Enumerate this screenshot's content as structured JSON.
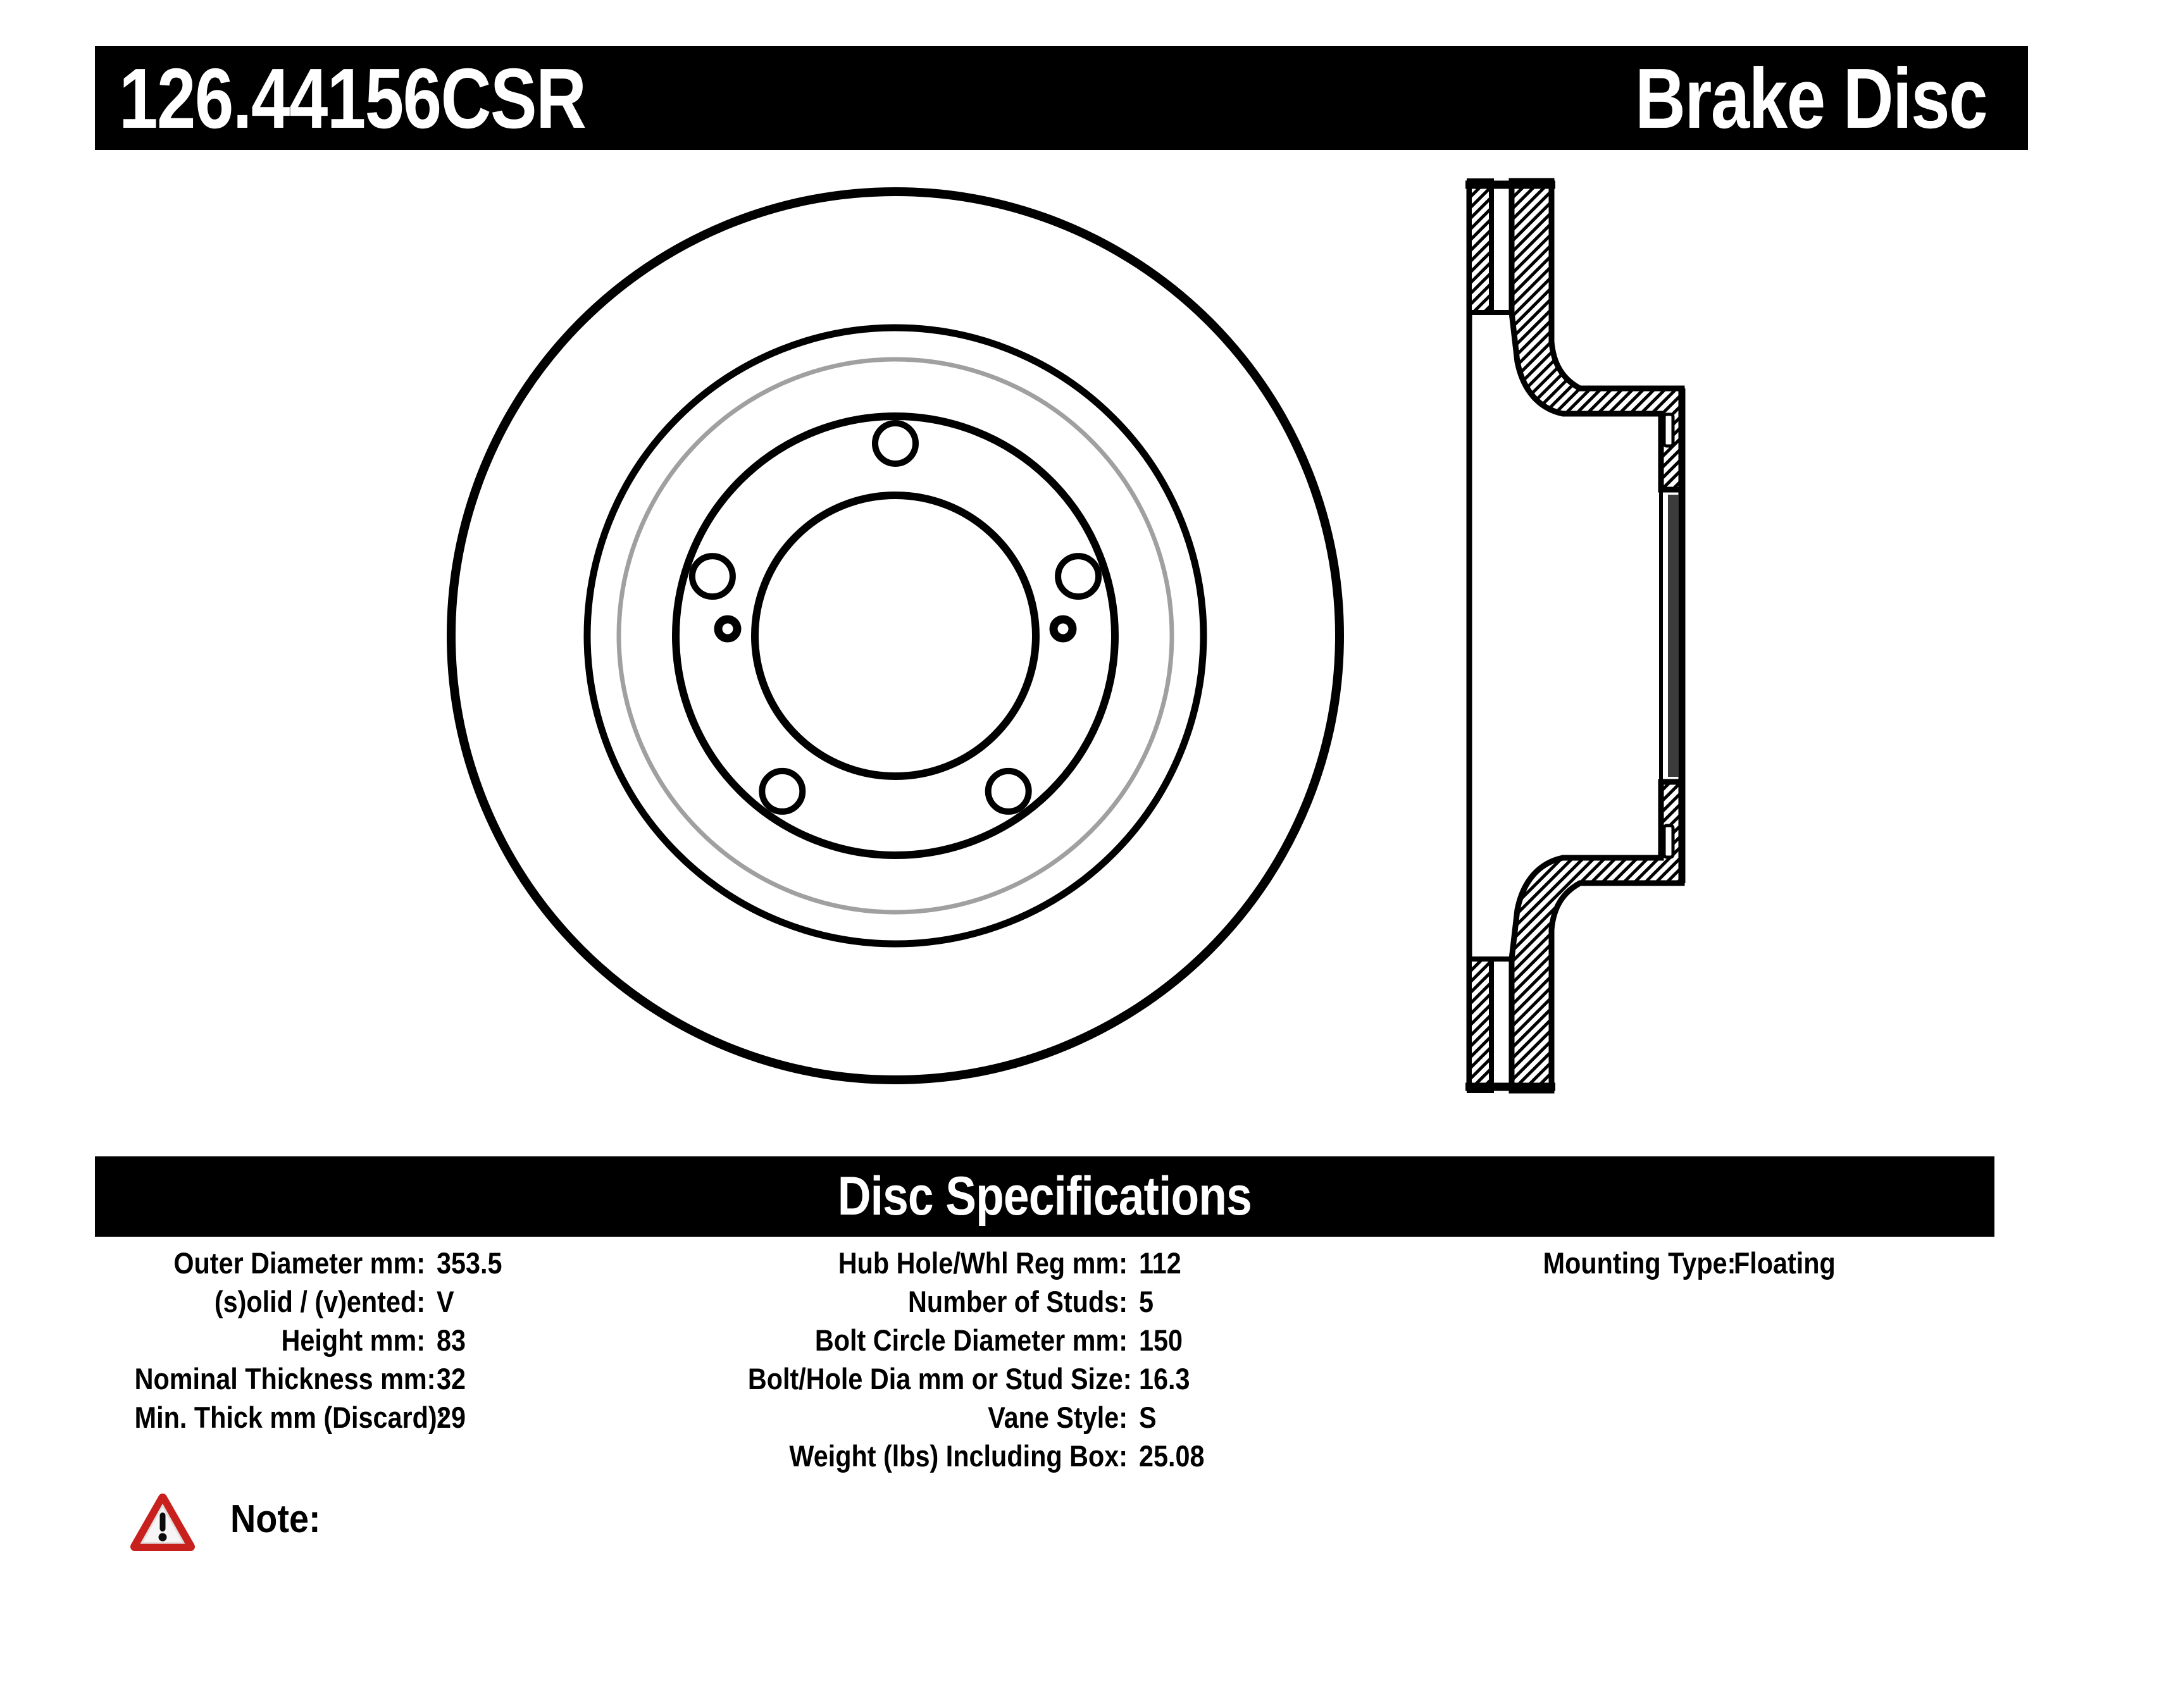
{
  "header": {
    "part_number": "126.44156CSR",
    "product_type": "Brake Disc"
  },
  "section_title": "Disc Specifications",
  "specs": {
    "left": [
      {
        "label": "Outer Diameter mm:",
        "value": "353.5"
      },
      {
        "label": "(s)olid / (v)ented:",
        "value": "V"
      },
      {
        "label": "Height mm:",
        "value": "83"
      },
      {
        "label": "Nominal Thickness mm:",
        "value": "32"
      },
      {
        "label": "Min. Thick mm (Discard):",
        "value": "29"
      }
    ],
    "middle": [
      {
        "label": "Hub Hole/Whl Reg mm:",
        "value": "112"
      },
      {
        "label": "Number of Studs:",
        "value": "5"
      },
      {
        "label": "Bolt Circle Diameter mm:",
        "value": "150"
      },
      {
        "label": "Bolt/Hole Dia mm or Stud Size:",
        "value": "16.3"
      },
      {
        "label": "Vane Style:",
        "value": "S"
      },
      {
        "label": "Weight (lbs) Including Box:",
        "value": "25.08"
      }
    ],
    "right": [
      {
        "label": "Mounting Type:",
        "value": "Floating"
      }
    ]
  },
  "note": {
    "label": "Note:",
    "icon": "warning-triangle-icon"
  },
  "drawing": {
    "views": [
      "disc-front-view",
      "disc-cross-section"
    ],
    "stud_count": 5
  },
  "colors": {
    "bar_background": "#000000",
    "bar_text": "#ffffff",
    "line": "#000000",
    "secondary_line_gray": "#a0a0a0",
    "bore_shading_gray": "#3c3c3c",
    "warning_red": "#c8201d"
  }
}
